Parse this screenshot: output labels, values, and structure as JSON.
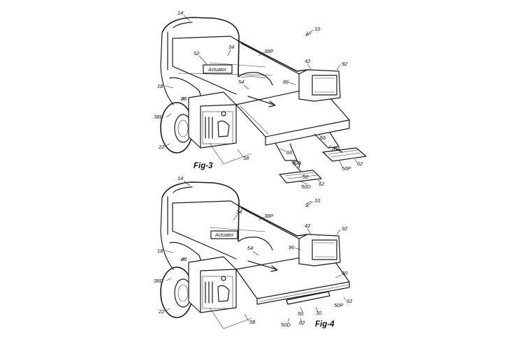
{
  "figures": [
    {
      "id": "fig3",
      "caption": "Fig-3",
      "actuator_label": "Actuator",
      "refs": {
        "r14": "14",
        "r10": "10",
        "r34": "34",
        "r52": "52",
        "r38P": "38P",
        "r42": "42",
        "r92": "92",
        "r86": "86",
        "r18": "18",
        "r88": "88",
        "r54": "54",
        "r38D": "38D",
        "r22": "22",
        "r58": "58",
        "r66a": "66",
        "r66b": "66",
        "r70A_r": "70A",
        "r70A_l": "70A",
        "r50": "50",
        "r50D": "50D",
        "r62a": "62",
        "r62b": "62",
        "r50P": "50P"
      }
    },
    {
      "id": "fig4",
      "caption": "Fig-4",
      "actuator_label": "Actuator",
      "refs": {
        "r14": "14",
        "r10": "10",
        "r34": "34",
        "r38P": "38P",
        "r42": "42",
        "r92": "92",
        "r96": "96",
        "r18": "18",
        "r88": "88",
        "r54": "54",
        "r80": "80",
        "r38D": "38D",
        "r22": "22",
        "r58": "58",
        "r50": "50",
        "r50D": "50D",
        "r62a": "62",
        "r62b": "62",
        "r30": "30",
        "r50P": "50P"
      }
    }
  ]
}
